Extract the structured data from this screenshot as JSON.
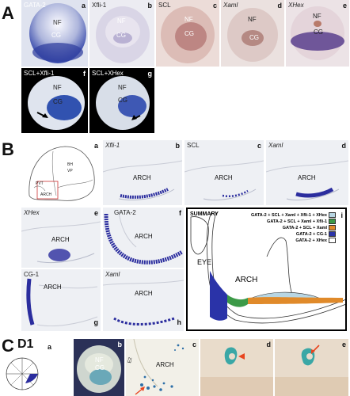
{
  "sections": {
    "A": "A",
    "B": "B",
    "C": "C",
    "D1": "D1"
  },
  "A": {
    "a": {
      "gene": "GATA-2",
      "letter": "a",
      "nf": "NF",
      "cg": "CG"
    },
    "b": {
      "gene": "Xfli-1",
      "letter": "b",
      "nf": "NF",
      "cg": "CG"
    },
    "c": {
      "gene": "SCL",
      "letter": "c",
      "nf": "NF",
      "cg": "CG"
    },
    "d": {
      "gene": "Xaml",
      "letter": "d",
      "nf": "NF",
      "cg": "CG"
    },
    "e": {
      "gene": "XHex",
      "letter": "e",
      "nf": "NF",
      "cg": "CG"
    },
    "f": {
      "gene": "SCL+Xfli-1",
      "letter": "f",
      "nf": "NF",
      "cg": "CG"
    },
    "g": {
      "gene": "SCL+XHex",
      "letter": "g",
      "nf": "NF",
      "cg": "CG"
    }
  },
  "B": {
    "a": {
      "letter": "a",
      "tags": [
        "PVT",
        "BH",
        "VP",
        "ARCH"
      ]
    },
    "b": {
      "gene": "Xfli-1",
      "letter": "b",
      "arch": "ARCH"
    },
    "c": {
      "gene": "SCL",
      "letter": "c",
      "arch": "ARCH"
    },
    "d": {
      "gene": "Xaml",
      "letter": "d",
      "arch": "ARCH"
    },
    "e": {
      "gene": "XHex",
      "letter": "e",
      "arch": "ARCH"
    },
    "f": {
      "gene": "GATA-2",
      "letter": "f",
      "arch": "ARCH"
    },
    "g": {
      "gene": "CG-1",
      "letter": "g",
      "arch": "ARCH"
    },
    "h": {
      "gene": "Xaml",
      "letter": "h",
      "arch": "ARCH"
    },
    "i": {
      "title": "SUMMARY",
      "letter": "i",
      "eye": "EYE",
      "arch": "ARCH",
      "legend": [
        {
          "text": "GATA-2 + SCL + Xaml + Xfli-1 + XHex",
          "color": "#b8d6e3"
        },
        {
          "text": "GATA-2 + SCL + Xaml + Xfli-1",
          "color": "#3c9a48"
        },
        {
          "text": "GATA-2 + SCL + Xaml",
          "color": "#e08a2a"
        },
        {
          "text": "GATA-2 + CG-1",
          "color": "#2a33a8"
        },
        {
          "text": "GATA-2 + XHex",
          "color": "#ffffff"
        }
      ]
    }
  },
  "C": {
    "a": {
      "letter": "a"
    },
    "b": {
      "letter": "b",
      "nf": "NF",
      "cg": "CG"
    },
    "c": {
      "letter": "c",
      "arch": "ARCH",
      "side": "E2"
    },
    "d": {
      "letter": "d"
    },
    "e": {
      "letter": "e"
    }
  },
  "colors": {
    "stain": "#2b2d9e",
    "embryoBlue": "#3d4fae",
    "section_bg": "#eef0f4"
  }
}
